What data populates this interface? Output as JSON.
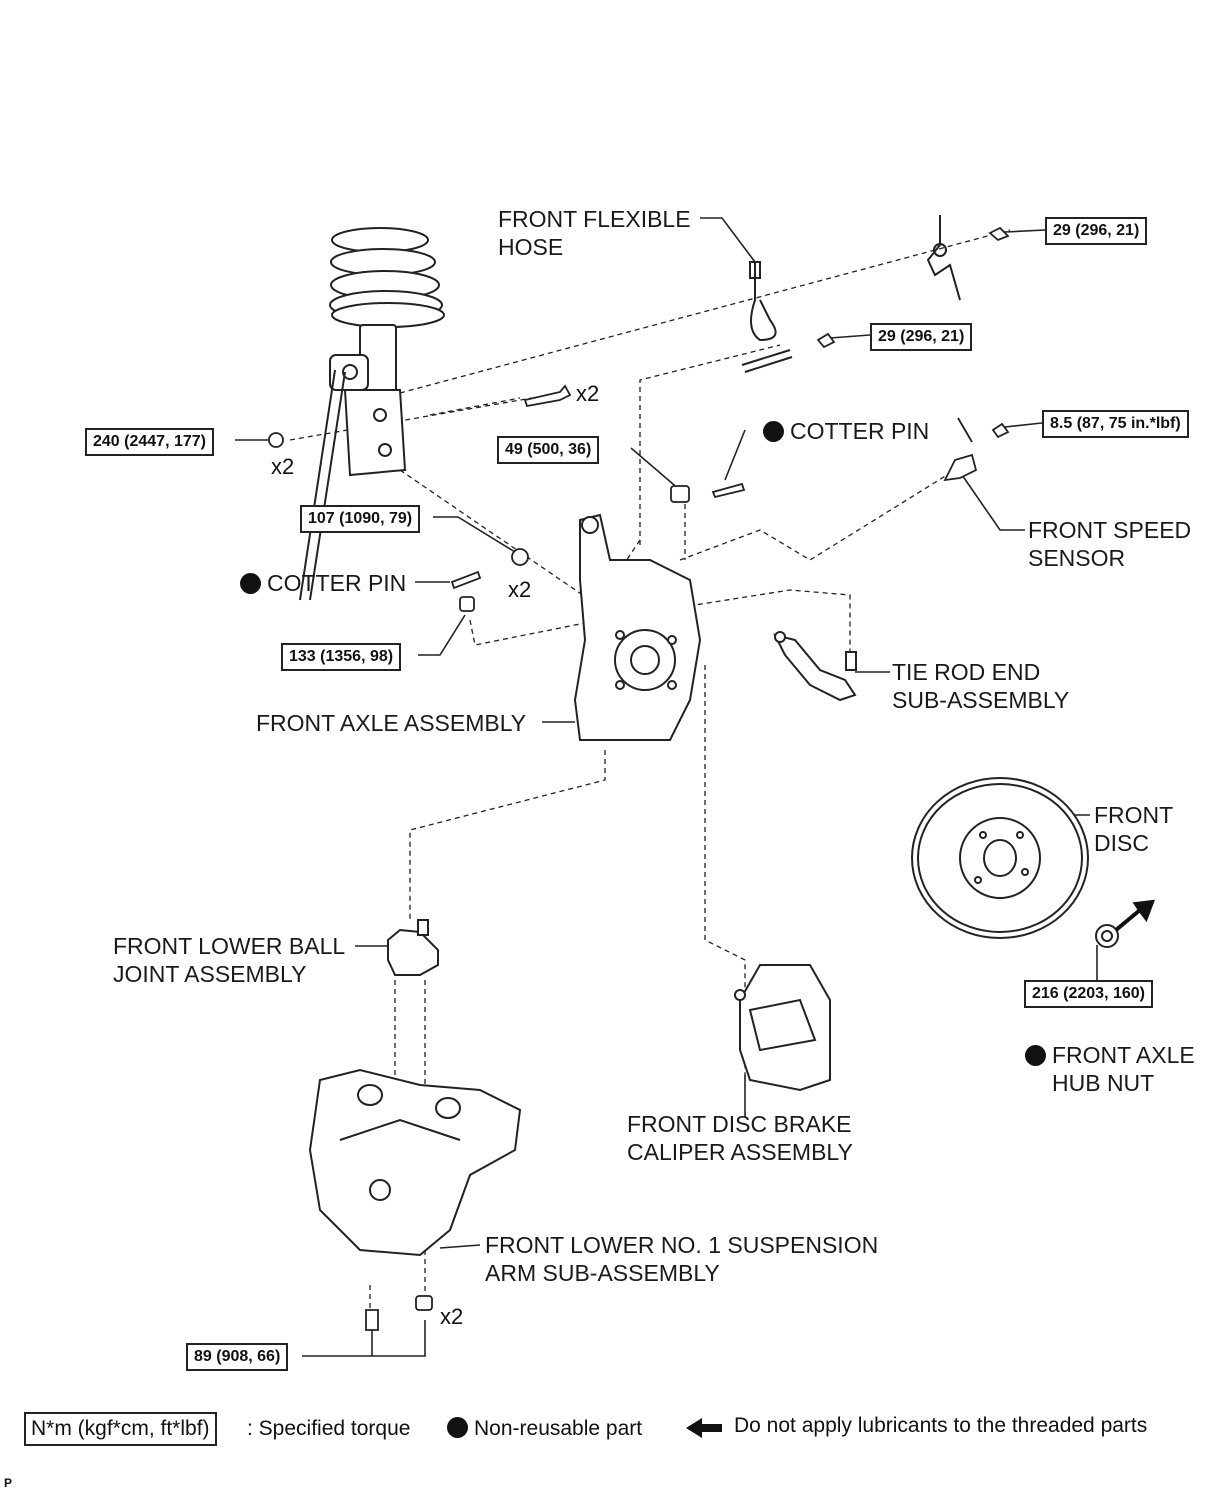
{
  "labels": {
    "front_flexible_hose": [
      "FRONT FLEXIBLE",
      "HOSE"
    ],
    "cotter_pin_upper": "COTTER PIN",
    "cotter_pin_left": "COTTER PIN",
    "front_speed_sensor": [
      "FRONT SPEED",
      "SENSOR"
    ],
    "tie_rod_end": [
      "TIE ROD END",
      "SUB-ASSEMBLY"
    ],
    "front_axle_assembly": "FRONT AXLE ASSEMBLY",
    "front_disc": [
      "FRONT",
      "DISC"
    ],
    "front_lower_ball_joint": [
      "FRONT LOWER BALL",
      "JOINT ASSEMBLY"
    ],
    "front_disc_brake_caliper": [
      "FRONT DISC BRAKE",
      "CALIPER ASSEMBLY"
    ],
    "front_axle_hub_nut": [
      "FRONT AXLE",
      "HUB NUT"
    ],
    "front_lower_arm": [
      "FRONT LOWER NO. 1 SUSPENSION",
      "ARM SUB-ASSEMBLY"
    ]
  },
  "torques": {
    "t_29_a": "29 (296, 21)",
    "t_29_b": "29 (296, 21)",
    "t_85": "8.5 (87, 75 in.*lbf)",
    "t_240": "240 (2447, 177)",
    "t_49": "49 (500, 36)",
    "t_107": "107 (1090, 79)",
    "t_133": "133 (1356, 98)",
    "t_216": "216 (2203, 160)",
    "t_89": "89 (908, 66)"
  },
  "multipliers": {
    "bolt_upper": "x2",
    "nut_240": "x2",
    "bolt_107": "x2",
    "bottom": "x2"
  },
  "legend": {
    "torque_unit": "N*m (kgf*cm, ft*lbf)",
    "torque_text": ": Specified torque",
    "nonreusable_text": "Non-reusable part",
    "arrow_text": "Do not apply lubricants to the threaded parts"
  },
  "footer_code": "P"
}
